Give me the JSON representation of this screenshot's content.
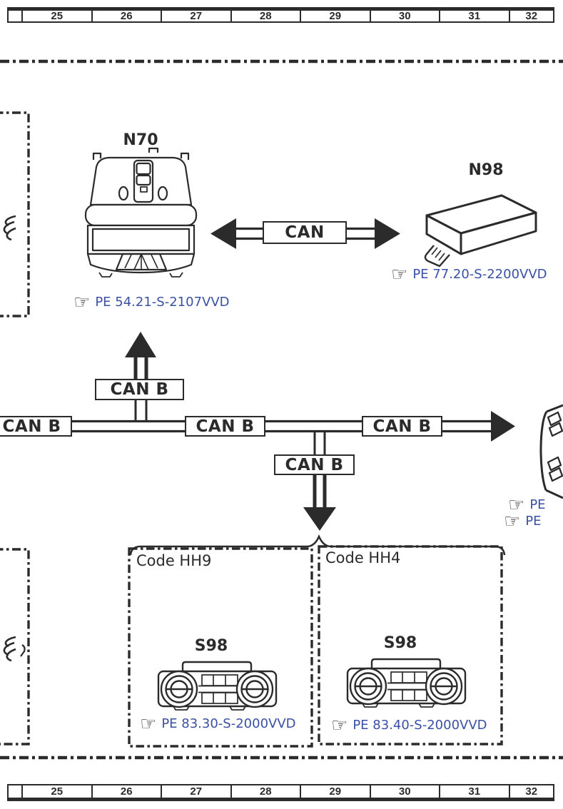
{
  "colors": {
    "line": "#2b2b2b",
    "link_blue": "#3a50a4",
    "background": "#ffffff"
  },
  "icons": {
    "pointing_hand": "☞"
  },
  "rulers": {
    "top": [
      "25",
      "26",
      "27",
      "28",
      "29",
      "30",
      "31",
      "32"
    ],
    "bottom": [
      "25",
      "26",
      "27",
      "28",
      "29",
      "30",
      "31",
      "32"
    ]
  },
  "bus": {
    "can": "CAN",
    "can_b_branch_top": "CAN B",
    "can_b_left": "CAN B",
    "can_b_mid": "CAN B",
    "can_b_right": "CAN B",
    "can_b_branch_down": "CAN B"
  },
  "groups": {
    "hh9": "Code HH9",
    "hh4": "Code HH4"
  },
  "nodes": {
    "n70": {
      "label": "N70",
      "ref": "PE 54.21-S-2107VVD"
    },
    "n98": {
      "label": "N98",
      "ref": "PE 77.20-S-2200VVD"
    },
    "s98_hh9": {
      "label": "S98",
      "ref": "PE 83.30-S-2000VVD"
    },
    "s98_hh4": {
      "label": "S98",
      "ref": "PE 83.40-S-2000VVD"
    },
    "right_partial": {
      "ref_line1": "PE",
      "ref_line2": "PE"
    }
  }
}
